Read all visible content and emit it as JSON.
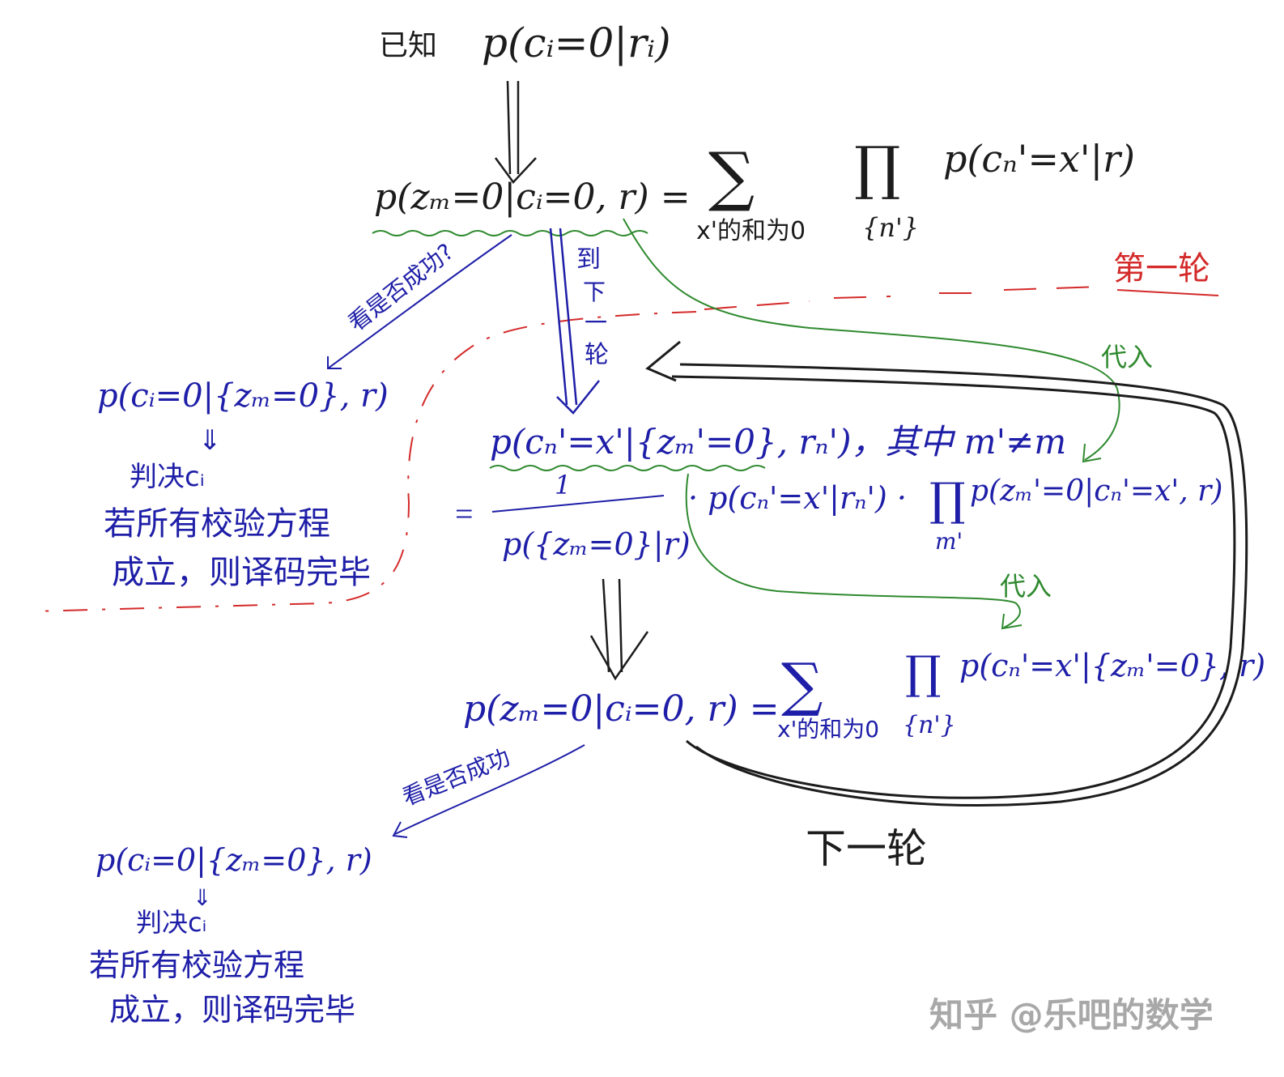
{
  "colors": {
    "black": "#1c1c1c",
    "blue": "#1e1ea8",
    "green": "#2f8a2f",
    "red": "#d42a2a",
    "watermark": "#9a9a9a"
  },
  "top": {
    "known_label": "已知",
    "known_expr": "p(cᵢ=0|rᵢ)"
  },
  "step1": {
    "lhs": "p(zₘ=0|cᵢ=0, r) =",
    "sum": "∑",
    "sum_sub": "x'的和为0",
    "prod": "∏",
    "prod_sub": "{n'}",
    "rhs": "p(cₙ'=x'|r)"
  },
  "round1_label": "第一轮",
  "to_next_round": [
    "到",
    "下",
    "一",
    "轮"
  ],
  "check_success_1": "看是否成功?",
  "substitute_1": "代入",
  "substitute_2": "代入",
  "left1": {
    "expr": "p(cᵢ=0|{zₘ=0}, r)",
    "arrow": "⇓",
    "decide": "判决cᵢ",
    "line1": "若所有校验方程",
    "line2": "成立，则译码完毕"
  },
  "step2": {
    "lhs": "p(cₙ'=x'|{zₘ'=0}, rₙ')，其中 m'≠m",
    "eq": "=",
    "numerator": "1",
    "denominator": "p({zₘ=0}|r)",
    "rhs": "· p(cₙ'=x'|rₙ') · ",
    "prod": "∏",
    "prod_sub": "m'",
    "rhs2": "p(zₘ'=0|cₙ'=x', r)"
  },
  "step3": {
    "lhs": "p(zₘ=0|cᵢ=0, r) =",
    "sum": "∑",
    "sum_sub": "x'的和为0",
    "prod": "∏",
    "prod_sub": "{n'}",
    "rhs": "p(cₙ'=x'|{zₘ'=0}, r)"
  },
  "check_success_2": "看是否成功",
  "left2": {
    "expr": "p(cᵢ=0|{zₘ=0}, r)",
    "arrow": "⇓",
    "decide": "判决cᵢ",
    "line1": "若所有校验方程",
    "line2": "成立，则译码完毕"
  },
  "next_round_label": "下一轮",
  "watermark": "知乎 @乐吧的数学"
}
